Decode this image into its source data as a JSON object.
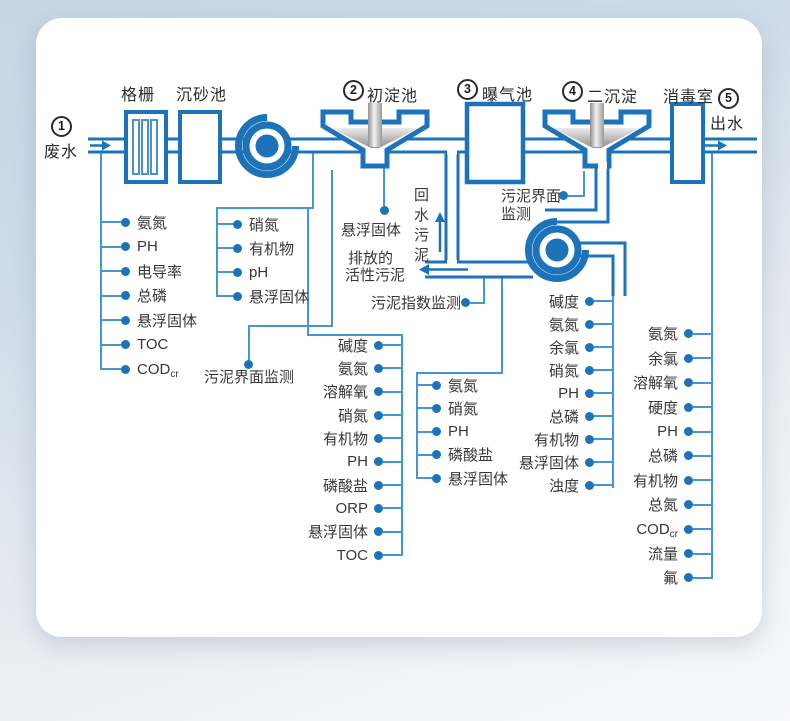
{
  "stages": {
    "influent": {
      "num": "1",
      "label": "废水"
    },
    "grid": {
      "label": "格栅"
    },
    "grit": {
      "label": "沉砂池"
    },
    "primary": {
      "num": "2",
      "label": "初淀池"
    },
    "aeration": {
      "num": "3",
      "label": "曝气池"
    },
    "secondary": {
      "num": "4",
      "label": "二沉淀"
    },
    "disinfect": {
      "label": "消毒室"
    },
    "effluent": {
      "num": "5",
      "label": "出水"
    }
  },
  "annotations": {
    "primary_suspended_solids": "悬浮固体",
    "return_sludge": "回水污泥",
    "discharged_sludge_line1": "排放的",
    "discharged_sludge_line2": "活性污泥",
    "sludge_index_monitor": "污泥指数监测",
    "sludge_interface_primary": "污泥界面监测",
    "sludge_interface_secondary_line1": "污泥界面",
    "sludge_interface_secondary_line2": "监测"
  },
  "monitor_lists": {
    "influent": {
      "items": [
        {
          "label": "氨氮"
        },
        {
          "label": "PH"
        },
        {
          "label": "电导率"
        },
        {
          "label": "总磷"
        },
        {
          "label": "悬浮固体"
        },
        {
          "label": "TOC"
        },
        {
          "label": "COD",
          "sub": "cr"
        }
      ]
    },
    "after_grit": {
      "items": [
        {
          "label": "硝氮"
        },
        {
          "label": "有机物"
        },
        {
          "label": "pH"
        },
        {
          "label": "悬浮固体"
        }
      ]
    },
    "aeration_feed": {
      "items": [
        {
          "label": "碱度"
        },
        {
          "label": "氨氮"
        },
        {
          "label": "溶解氧"
        },
        {
          "label": "硝氮"
        },
        {
          "label": "有机物"
        },
        {
          "label": "PH"
        },
        {
          "label": "磷酸盐"
        },
        {
          "label": "ORP"
        },
        {
          "label": "悬浮固体"
        },
        {
          "label": "TOC"
        }
      ]
    },
    "sludge_line": {
      "items": [
        {
          "label": "氨氮"
        },
        {
          "label": "硝氮"
        },
        {
          "label": "PH"
        },
        {
          "label": "磷酸盐"
        },
        {
          "label": "悬浮固体"
        }
      ]
    },
    "secondary_effluent": {
      "items": [
        {
          "label": "碱度"
        },
        {
          "label": "氨氮"
        },
        {
          "label": "余氯"
        },
        {
          "label": "硝氮"
        },
        {
          "label": "PH"
        },
        {
          "label": "总磷"
        },
        {
          "label": "有机物"
        },
        {
          "label": "悬浮固体"
        },
        {
          "label": "浊度"
        }
      ]
    },
    "final_effluent": {
      "items": [
        {
          "label": "氨氮"
        },
        {
          "label": "余氯"
        },
        {
          "label": "溶解氧"
        },
        {
          "label": "硬度"
        },
        {
          "label": "PH"
        },
        {
          "label": "总磷"
        },
        {
          "label": "有机物"
        },
        {
          "label": "总氮"
        },
        {
          "label": "COD",
          "sub": "cr"
        },
        {
          "label": "流量"
        },
        {
          "label": "氟"
        }
      ]
    }
  },
  "colors": {
    "pipe_blue": "#1d73b9",
    "connector_blue": "#4697cf",
    "dot_blue": "#1d73b9",
    "text": "#383838",
    "card_background": "#ffffff"
  }
}
